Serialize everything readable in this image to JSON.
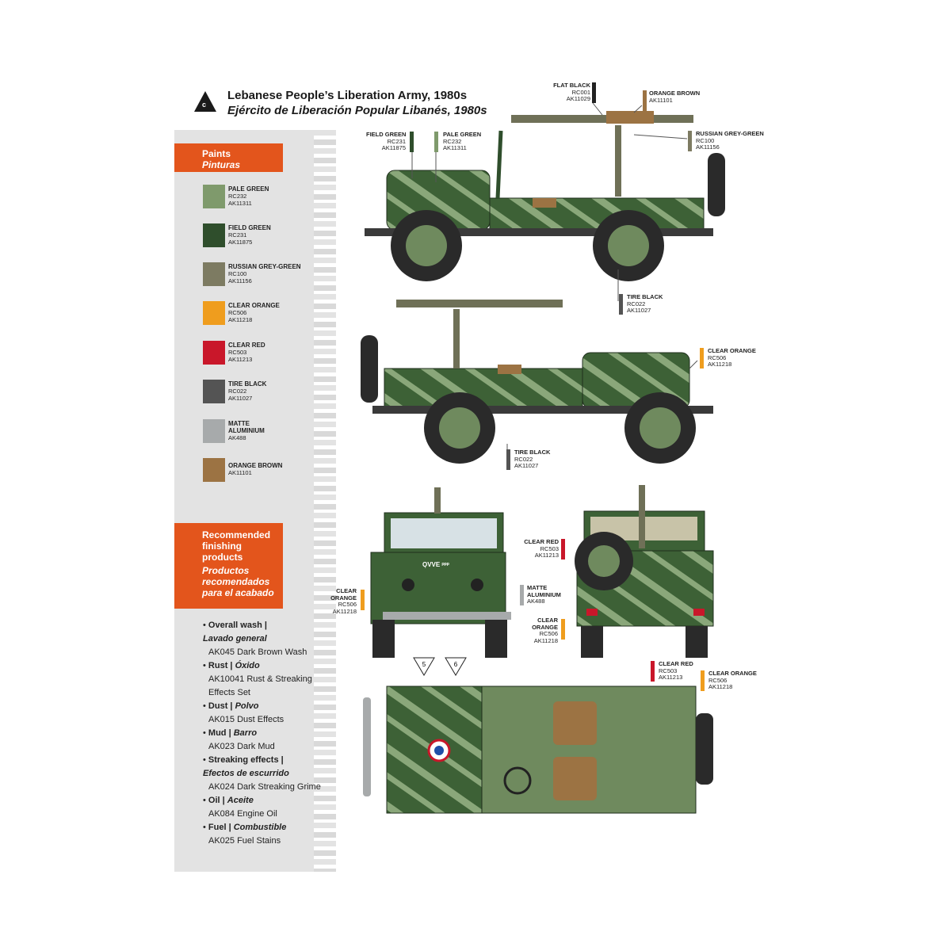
{
  "title": {
    "icon_letter": "c",
    "english": "Lebanese People’s Liberation Army, 1980s",
    "spanish": "Ejército de Liberación Popular Libanés, 1980s"
  },
  "paints_header": {
    "en": "Paints",
    "es": "Pinturas"
  },
  "paints": [
    {
      "name": "PALE GREEN",
      "code1": "RC232",
      "code2": "AK11311",
      "color": "#7f9a6c"
    },
    {
      "name": "FIELD GREEN",
      "code1": "RC231",
      "code2": "AK11875",
      "color": "#2f4e2c"
    },
    {
      "name": "RUSSIAN GREY-GREEN",
      "code1": "RC100",
      "code2": "AK11156",
      "color": "#7d7b62"
    },
    {
      "name": "CLEAR ORANGE",
      "code1": "RC506",
      "code2": "AK11218",
      "color": "#ef9d1e"
    },
    {
      "name": "CLEAR RED",
      "code1": "RC503",
      "code2": "AK11213",
      "color": "#c9172a"
    },
    {
      "name": "TIRE BLACK",
      "code1": "RC022",
      "code2": "AK11027",
      "color": "#545454"
    },
    {
      "name": "MATTE ALUMINIUM",
      "code1": "AK488",
      "code2": "",
      "color": "#a7aaab"
    },
    {
      "name": "ORANGE BROWN",
      "code1": "AK11101",
      "code2": "",
      "color": "#9c7343"
    }
  ],
  "recommended_header": {
    "en": "Recommended finishing products",
    "es": "Productos recomendados para el acabado"
  },
  "recommended": [
    {
      "title": "Overall wash |",
      "title_es": "Lavado general",
      "product": "AK045 Dark Brown Wash"
    },
    {
      "title": "Rust |",
      "title_es": "Óxido",
      "product": "AK10041 Rust & Streaking Effects Set"
    },
    {
      "title": "Dust |",
      "title_es": "Polvo",
      "product": "AK015 Dust Effects"
    },
    {
      "title": "Mud |",
      "title_es": "Barro",
      "product": "AK023 Dark Mud"
    },
    {
      "title": "Streaking effects |",
      "title_es": "Efectos de escurrido",
      "product": "AK024 Dark Streaking Grime"
    },
    {
      "title": "Oil |",
      "title_es": "Aceite",
      "product": "AK084 Engine Oil"
    },
    {
      "title": "Fuel |",
      "title_es": "Combustible",
      "product": "AK025 Fuel Stains"
    }
  ],
  "callouts": {
    "flat_black": {
      "name": "FLAT BLACK",
      "code1": "RC001",
      "code2": "AK11029",
      "color": "#222222"
    },
    "orange_brown": {
      "name": "ORANGE BROWN",
      "code1": "AK11101",
      "code2": "",
      "color": "#9c7343"
    },
    "field_green": {
      "name": "FIELD GREEN",
      "code1": "RC231",
      "code2": "AK11875",
      "color": "#2f4e2c"
    },
    "pale_green": {
      "name": "PALE GREEN",
      "code1": "RC232",
      "code2": "AK11311",
      "color": "#7f9a6c"
    },
    "russian_grey_green": {
      "name": "RUSSIAN GREY-GREEN",
      "code1": "RC100",
      "code2": "AK11156",
      "color": "#7d7b62"
    },
    "tire_black_1": {
      "name": "TIRE BLACK",
      "code1": "RC022",
      "code2": "AK11027",
      "color": "#545454"
    },
    "clear_orange_1": {
      "name": "CLEAR ORANGE",
      "code1": "RC506",
      "code2": "AK11218",
      "color": "#ef9d1e"
    },
    "tire_black_2": {
      "name": "TIRE BLACK",
      "code1": "RC022",
      "code2": "AK11027",
      "color": "#545454"
    },
    "clear_orange_front": {
      "name": "CLEAR ORANGE",
      "code1": "RC506",
      "code2": "AK11218",
      "color": "#ef9d1e"
    },
    "matte_aluminium": {
      "name": "MATTE ALUMINIUM",
      "code1": "AK488",
      "code2": "",
      "color": "#a7aaab"
    },
    "clear_red_rear": {
      "name": "CLEAR RED",
      "code1": "RC503",
      "code2": "AK11213",
      "color": "#c9172a"
    },
    "clear_orange_rear": {
      "name": "CLEAR ORANGE",
      "code1": "RC506",
      "code2": "AK11218",
      "color": "#ef9d1e"
    },
    "clear_red_bottom": {
      "name": "CLEAR RED",
      "code1": "RC503",
      "code2": "AK11213",
      "color": "#c9172a"
    },
    "clear_orange_bottom": {
      "name": "CLEAR ORANGE",
      "code1": "RC506",
      "code2": "AK11218",
      "color": "#ef9d1e"
    }
  },
  "markers": {
    "m5": "5",
    "m6": "6"
  },
  "vehicle_marking": "ǪVVE ᵖᵖᵖ"
}
